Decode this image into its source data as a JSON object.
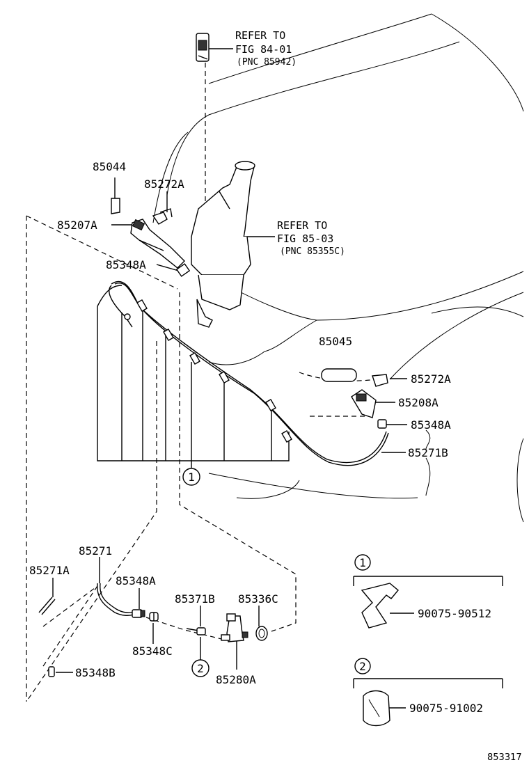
{
  "references": [
    {
      "line1": "REFER TO",
      "line2": "FIG 84-01",
      "line3": "(PNC 85942)"
    },
    {
      "line1": "REFER TO",
      "line2": "FIG 85-03",
      "line3": "(PNC 85355C)"
    }
  ],
  "part_labels": {
    "p85044": "85044",
    "p85272A_top": "85272A",
    "p85207A": "85207A",
    "p85348A_top": "85348A",
    "p85045": "85045",
    "p85272A_right": "85272A",
    "p85208A": "85208A",
    "p85348A_right": "85348A",
    "p85271B": "85271B",
    "p85271": "85271",
    "p85271A": "85271A",
    "p85348A_low": "85348A",
    "p85371B": "85371B",
    "p85336C": "85336C",
    "p85348C": "85348C",
    "p85280A": "85280A",
    "p85348B": "85348B"
  },
  "callouts": {
    "c1": "1",
    "c2": "2"
  },
  "detail_boxes": [
    {
      "marker": "1",
      "part": "90075-90512"
    },
    {
      "marker": "2",
      "part": "90075-91002"
    }
  ],
  "figure_number": "853317"
}
